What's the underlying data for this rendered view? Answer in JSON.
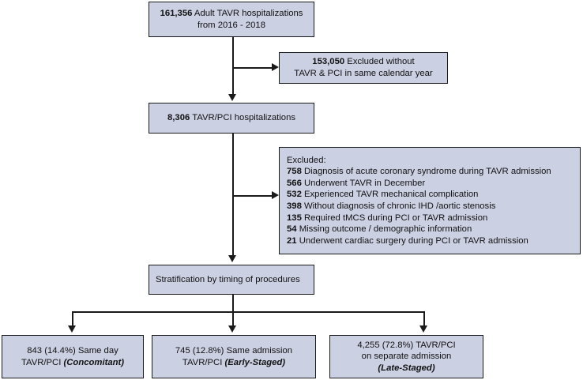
{
  "figure": {
    "type": "flowchart",
    "title": "TAVR/PCI study cohort selection flow diagram",
    "box_fill_color": "#ccd0e3",
    "box_border_color": "#1a1a1a",
    "connector_color": "#1a1a1a"
  },
  "nodes": {
    "cohort_total": {
      "count": "161,356",
      "line1_rest": " Adult TAVR hospitalizations",
      "line2": "from 2016 - 2018"
    },
    "excluded_no_same_year": {
      "count": "153,050",
      "line1_rest": " Excluded without",
      "line2": "TAVR & PCI in same calendar year"
    },
    "tavr_pci_cohort": {
      "count": "8,306",
      "rest": " TAVR/PCI hospitalizations"
    },
    "exclusions": {
      "heading": "Excluded:",
      "items": [
        {
          "count": "758",
          "reason": "Diagnosis of acute coronary syndrome during TAVR admission"
        },
        {
          "count": "566",
          "reason": "Underwent TAVR in December"
        },
        {
          "count": "532",
          "reason": "Experienced TAVR mechanical complication"
        },
        {
          "count": "398",
          "reason": "Without diagnosis of chronic IHD /aortic stenosis"
        },
        {
          "count": "135",
          "reason": "Required tMCS during PCI or TAVR admission"
        },
        {
          "count": "54",
          "reason": "Missing outcome / demographic information"
        },
        {
          "count": "21",
          "reason": "Underwent cardiac surgery during PCI or TAVR admission"
        }
      ]
    },
    "stratification": {
      "label": "Stratification by timing of procedures"
    },
    "groups": [
      {
        "line1": "843 (14.4%) Same day",
        "line2_plain": "TAVR/PCI ",
        "line2_italic": "(Concomitant)",
        "line3_plain": "",
        "line3_italic": ""
      },
      {
        "line1": "745 (12.8%) Same admission",
        "line2_plain": "TAVR/PCI ",
        "line2_italic": "(Early-Staged)",
        "line3_plain": "",
        "line3_italic": ""
      },
      {
        "line1": "4,255 (72.8%) TAVR/PCI",
        "line2_plain": "on separate admission",
        "line2_italic": "",
        "line3_plain": "",
        "line3_italic": "(Late-Staged)"
      }
    ]
  }
}
